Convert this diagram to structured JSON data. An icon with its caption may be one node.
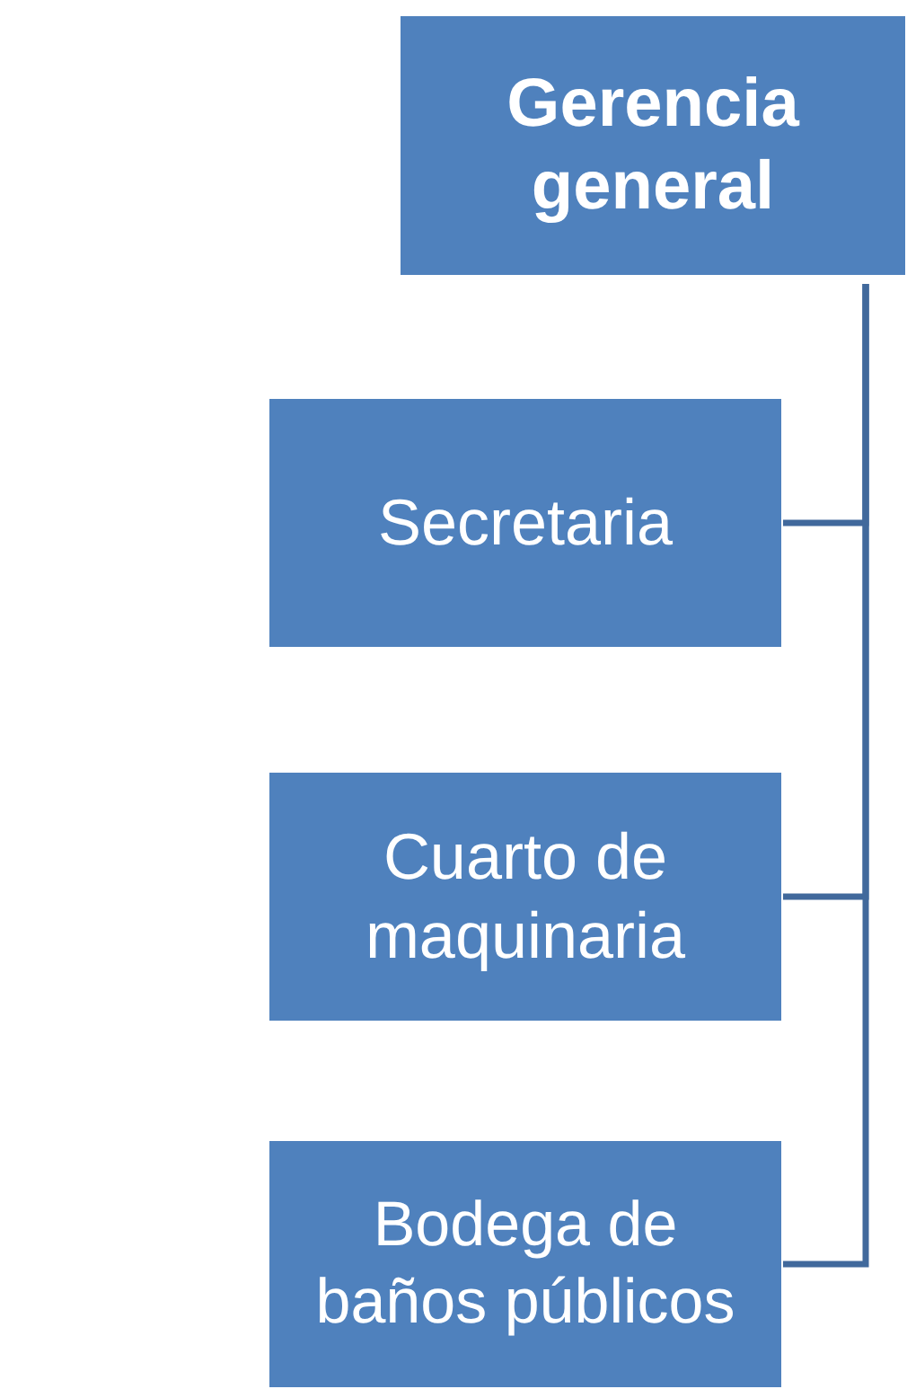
{
  "diagram": {
    "nodes": [
      {
        "text": [
          "Gerencia general"
        ]
      },
      {
        "text": [
          "Secretaria"
        ]
      },
      {
        "text": [
          "Cuarto de maquinaria"
        ]
      },
      {
        "text": [
          "Bodega de baños públicos"
        ]
      }
    ],
    "edges": [
      {
        "from": 0,
        "to": 1,
        "arrow": "none"
      },
      {
        "from": 0,
        "to": 2,
        "arrow": "none"
      },
      {
        "from": 0,
        "to": 3,
        "arrow": "none"
      }
    ]
  }
}
